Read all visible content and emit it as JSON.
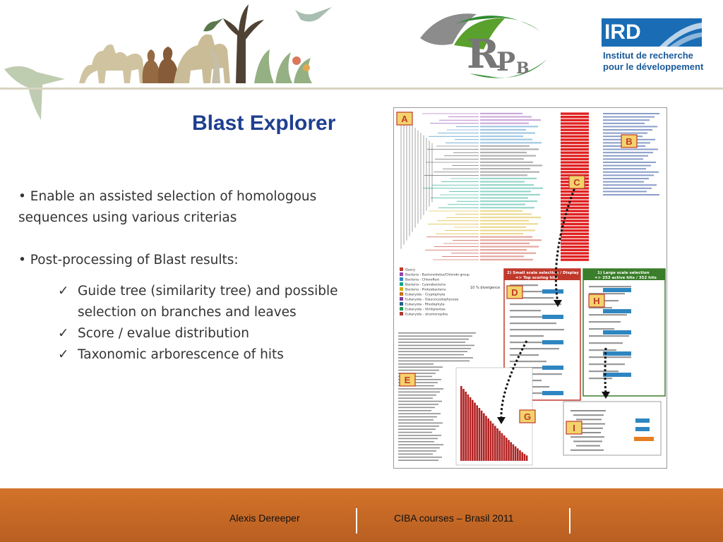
{
  "slide": {
    "title": "Blast Explorer",
    "bullets": [
      "• Enable an assisted selection of homologous sequences using various criterias",
      "• Post-processing of Blast results:"
    ],
    "sub_bullets": [
      "Guide tree (similarity tree) and possible selection on branches and leaves",
      "Score / evalue distribution",
      "Taxonomic arborescence of hits"
    ],
    "check_glyph": "✓"
  },
  "logos": {
    "rpb": {
      "letters_r": "R",
      "letters_p": "P",
      "letters_b": "B"
    },
    "ird": {
      "name": "IRD",
      "line1": "Institut de recherche",
      "line2": "pour le développement"
    }
  },
  "figure": {
    "panel_labels": [
      "A",
      "B",
      "C",
      "D",
      "E",
      "G",
      "H",
      "I"
    ],
    "legend": [
      {
        "label": "Query",
        "color": "#c0392b"
      },
      {
        "label": "Bacteria - Bacteroidetes/Chlorobi group",
        "color": "#8e44ad"
      },
      {
        "label": "Bacteria - Chloroflexi",
        "color": "#2e86c1"
      },
      {
        "label": "Bacteria - Cyanobacteria",
        "color": "#17a589"
      },
      {
        "label": "Bacteria - Proteobacteria",
        "color": "#d4ac0d"
      },
      {
        "label": "Eukaryota - Cryptophyta",
        "color": "#ca6f1e"
      },
      {
        "label": "Eukaryota - Glaucocystophyceae",
        "color": "#7d3c98"
      },
      {
        "label": "Eukaryota - Rhodophyta",
        "color": "#1f618d"
      },
      {
        "label": "Eukaryota - Viridiplantae",
        "color": "#239b56"
      },
      {
        "label": "Eukaryota - stramenopiles",
        "color": "#b03a2e"
      }
    ],
    "divergence_label": "10 % divergence",
    "small_scale": {
      "title": "2) Small scale selection / Display",
      "subtitle": "=> Top scoring hits"
    },
    "large_scale": {
      "title": "1) Large scale selection",
      "subtitle": "=> 253 active hits / 352 hits"
    },
    "accent_red": "#e02020",
    "accent_green": "#3a7d2a"
  },
  "footer": {
    "author": "Alexis Dereeper",
    "course": "CIBA courses – Brasil 2011",
    "color": "#c4682a"
  }
}
